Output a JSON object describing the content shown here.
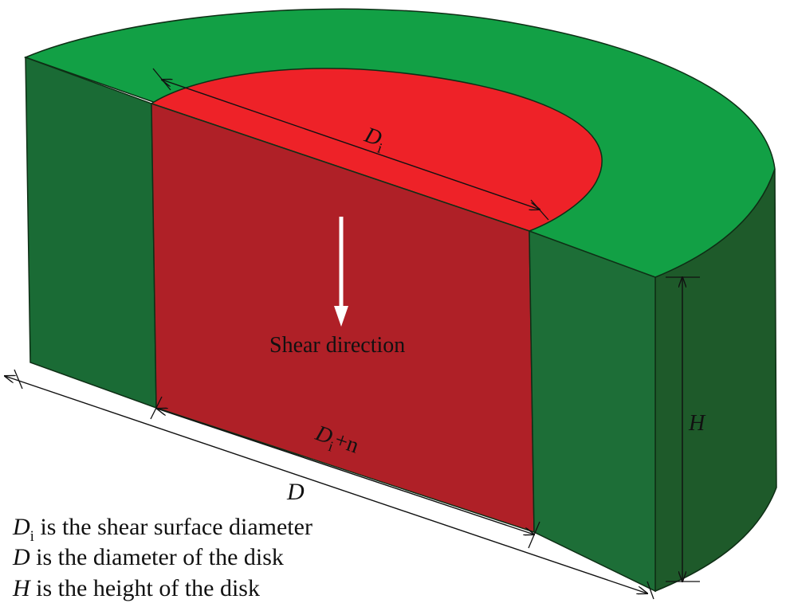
{
  "labels": {
    "d_i_symbol": "D",
    "d_i_subscript": "i",
    "d_symbol": "D",
    "h_symbol": "H",
    "d_i_plus_n_symbol": "D",
    "d_i_plus_n_subscript": "i",
    "d_i_plus_n_suffix": "+n",
    "shear_direction": "Shear direction"
  },
  "legend": [
    {
      "symbol": "D",
      "subscript": "i",
      "text": " is the shear surface diameter"
    },
    {
      "symbol": "D",
      "subscript": "",
      "text": " is the diameter of the disk"
    },
    {
      "symbol": "H",
      "subscript": "",
      "text": " is the height of the disk"
    }
  ],
  "colors": {
    "top_green": "#12a045",
    "side_green_left": "#1a6b35",
    "side_green_front": "#1d6e37",
    "side_green_right": "#1e5a2a",
    "top_red": "#ee2228",
    "red_face": "#af2027",
    "arrow": "#ffffff",
    "dimension_line": "#111111"
  }
}
